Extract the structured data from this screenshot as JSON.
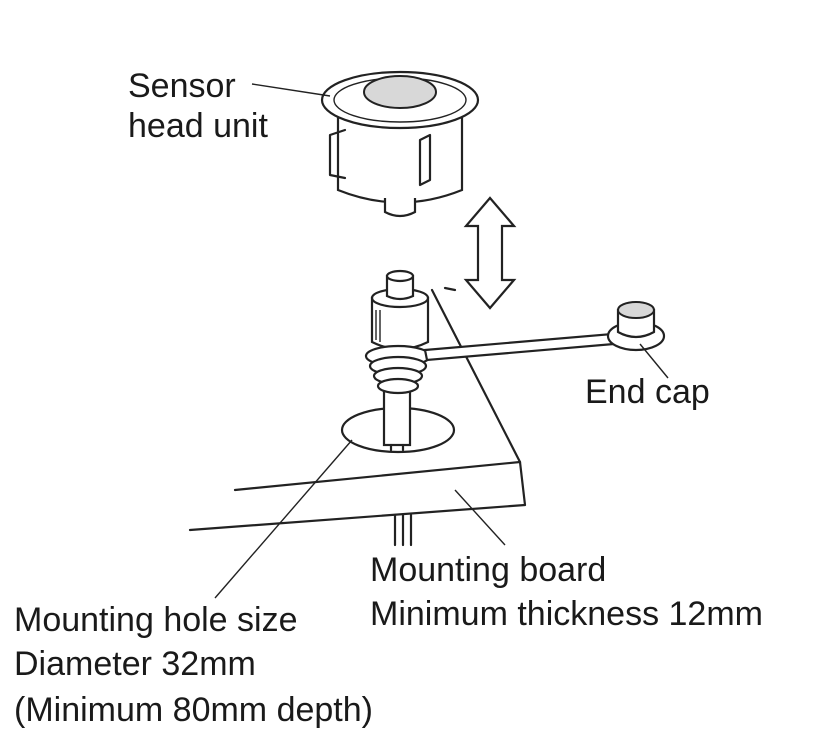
{
  "labels": {
    "sensor_line1": "Sensor",
    "sensor_line2": "head unit",
    "end_cap": "End cap",
    "board_line1": "Mounting board",
    "board_line2": "Minimum thickness 12mm",
    "hole_line1": "Mounting hole size",
    "hole_line2": "Diameter 32mm",
    "hole_line3": "(Minimum 80mm depth)"
  }
}
